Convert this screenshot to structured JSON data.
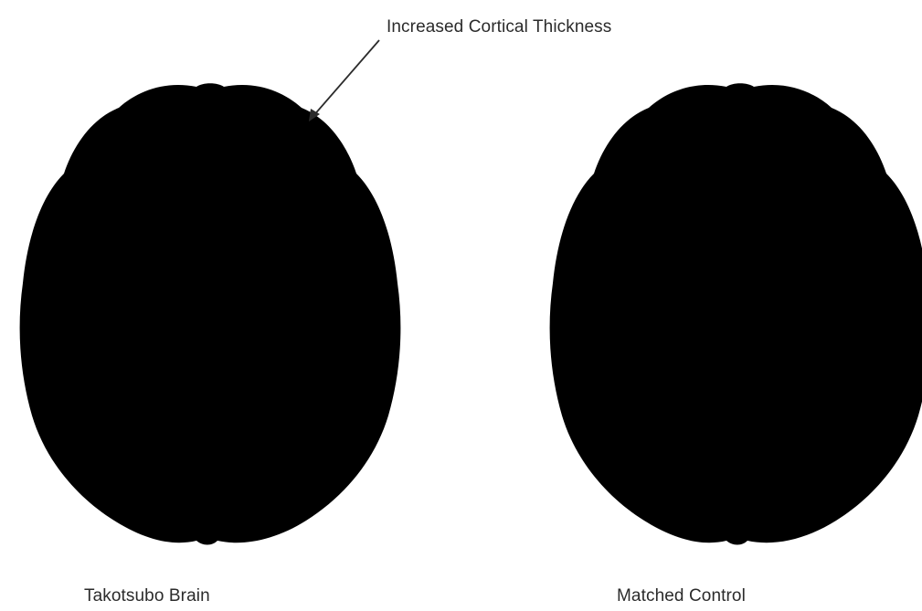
{
  "annotation": {
    "text": "Increased Cortical Thickness"
  },
  "brains": [
    {
      "caption": "Takotsubo Brain",
      "cortex_color": "#e58f9a",
      "outline_color": "#d96a78",
      "fill_color": "#f4bdc3",
      "deep_color": "#e7a7af"
    },
    {
      "caption": "Matched Control",
      "cortex_color": "#d8a5ad",
      "outline_color": "#c07f89",
      "fill_color": "#ecc6cb",
      "deep_color": "#ddabb3"
    }
  ],
  "colors": {
    "ventricle": "#ffffff",
    "highlight_red": "#e23b45",
    "arrow": "#2b2b2b"
  }
}
